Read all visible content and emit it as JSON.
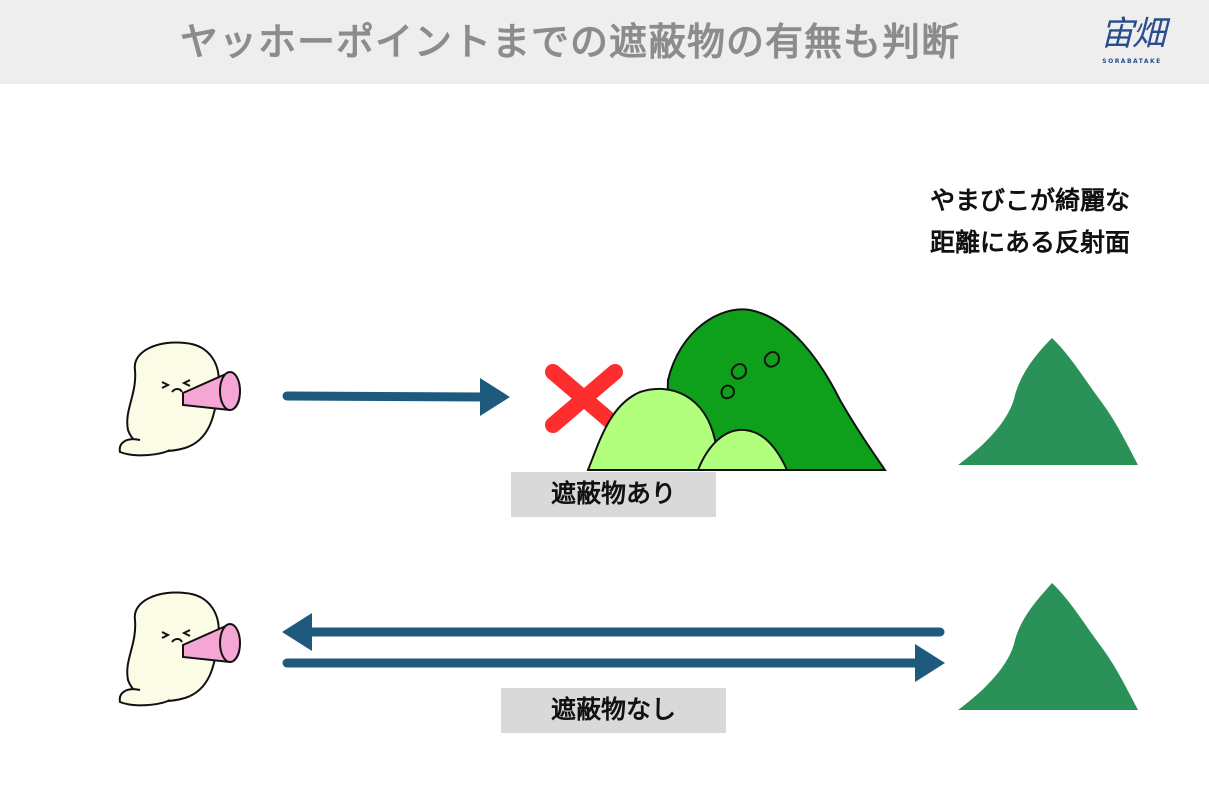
{
  "header": {
    "title": "ヤッホーポイントまでの遮蔽物の有無も判断",
    "logo_text": "宙畑",
    "logo_subtext": "SORABATAKE"
  },
  "target": {
    "label_line1": "やまびこが綺麗な",
    "label_line2": "距離にある反射面"
  },
  "rows": {
    "obstacle_label": "遮蔽物あり",
    "clear_label": "遮蔽物なし"
  },
  "colors": {
    "header_bg": "#eeeeee",
    "title": "#8c8c8c",
    "arrow": "#1d5a7d",
    "target_mountain": "#2a9158",
    "dark_hill": "#0ea01a",
    "light_hill": "#b2ff7e",
    "cross": "#ff2e2e",
    "megaphone": "#f6a6d4",
    "character": "#fbfbe6"
  },
  "icons": [
    "seal-character-icon",
    "megaphone-icon",
    "cross-mark-icon",
    "mountain-icon"
  ]
}
